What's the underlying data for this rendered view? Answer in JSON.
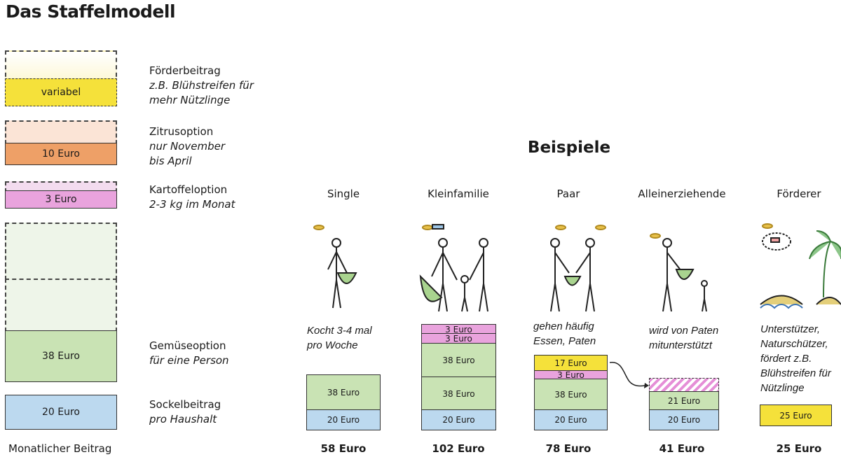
{
  "title": "Das Staffelmodell",
  "legend": {
    "foerder": {
      "value": "variabel",
      "name": "Förderbeitrag",
      "desc1": "z.B. Blühstreifen für",
      "desc2": "mehr Nützlinge"
    },
    "zitrus": {
      "value": "10 Euro",
      "name": "Zitrusoption",
      "desc1": "nur November",
      "desc2": "bis April"
    },
    "kartoffel": {
      "value": "3 Euro",
      "name": "Kartoffeloption",
      "desc1": "2-3 kg im Monat"
    },
    "gemuese": {
      "value": "38 Euro",
      "name": "Gemüseoption",
      "desc1": "für eine Person"
    },
    "sockel": {
      "value": "20 Euro",
      "name": "Sockelbeitrag",
      "desc1": "pro Haushalt"
    },
    "footer": "Monatlicher Beitrag"
  },
  "examples_title": "Beispiele",
  "examples": [
    {
      "name": "Single",
      "desc": [
        "Kocht 3-4 mal",
        "pro Woche"
      ],
      "segments": [
        "38 Euro",
        "20 Euro"
      ],
      "total": "58 Euro"
    },
    {
      "name": "Kleinfamilie",
      "desc": [],
      "segments": [
        "3 Euro",
        "3 Euro",
        "38 Euro",
        "38 Euro",
        "20 Euro"
      ],
      "total": "102 Euro"
    },
    {
      "name": "Paar",
      "desc": [
        "gehen häufig",
        "Essen, Paten"
      ],
      "segments": [
        "17 Euro",
        "3 Euro",
        "38 Euro",
        "20 Euro"
      ],
      "total": "78 Euro"
    },
    {
      "name": "Alleinerziehende",
      "desc": [
        "wird von Paten",
        "mitunterstützt"
      ],
      "segments": [
        "21 Euro",
        "20 Euro"
      ],
      "total": "41 Euro"
    },
    {
      "name": "Förderer",
      "desc": [
        "Unterstützer,",
        "Naturschützer,",
        "fördert z.B.",
        "Blühstreifen für",
        "Nützlinge"
      ],
      "segments": [
        "25 Euro"
      ],
      "total": "25 Euro"
    }
  ]
}
